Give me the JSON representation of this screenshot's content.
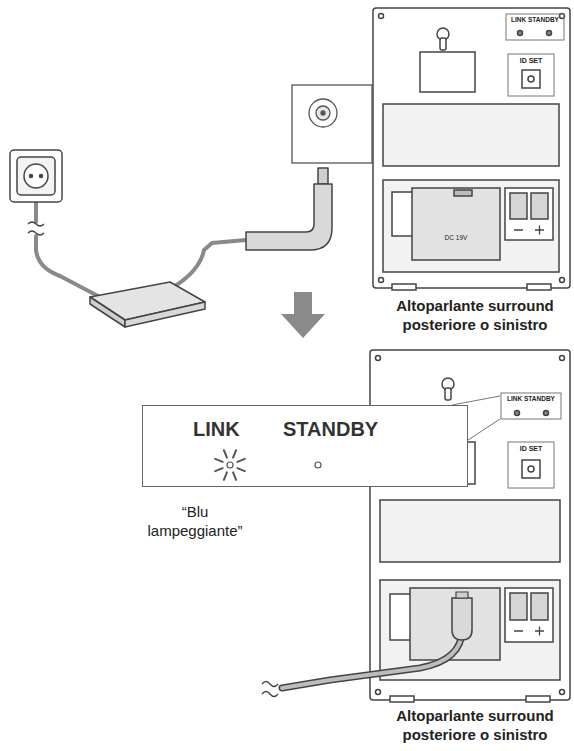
{
  "diagram": {
    "nodes": [
      {
        "text": [
          "LINK",
          "STANDBY"
        ]
      }
    ],
    "labels": [
      "LINK STANDBY",
      "ID SET",
      "DC 19V",
      "Altoparlante surround posteriore o sinistro",
      "LINK STANDBY",
      "ID SET",
      "“Blu lampeggiante”",
      "Altoparlante surround posteriore o sinistro"
    ]
  }
}
